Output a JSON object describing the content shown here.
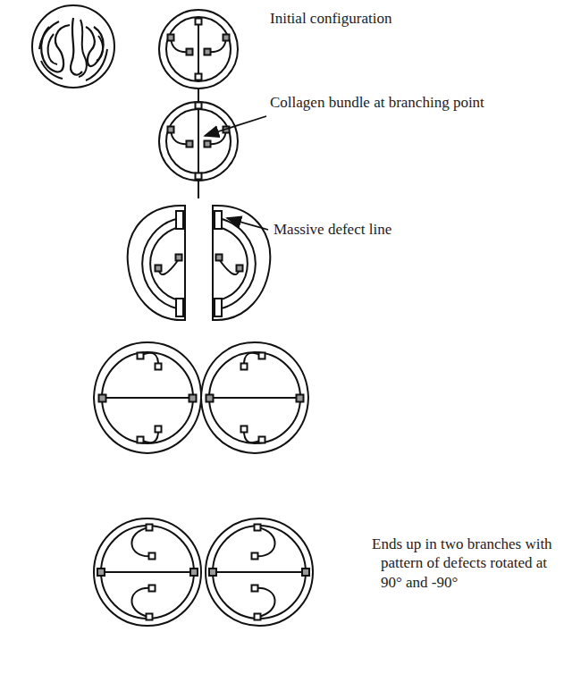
{
  "diagram": {
    "labels": [
      "Initial configuration",
      "Collagen bundle at branching point",
      "Massive defect line",
      "Ends up in two branches with pattern of defects rotated at 90° and -90°"
    ]
  }
}
